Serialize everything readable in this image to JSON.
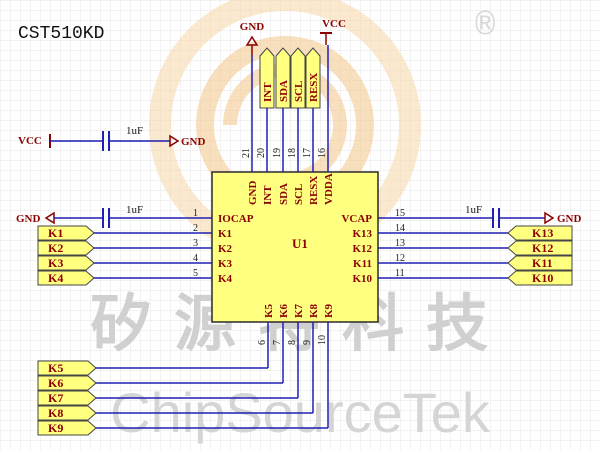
{
  "title": "CST510KD",
  "watermark": {
    "cn": "矽源特科技",
    "en": "ChipSourceTek",
    "registered": "®"
  },
  "colors": {
    "wire": "#1f1fb4",
    "chip_fill": "#ffff80",
    "chip_border": "#2a2a2a",
    "label_fill": "#ffff80",
    "label_text": "#8b0000",
    "power": "#8b0000",
    "grid": "#e6e6e6",
    "watermark_logo": "#f3c58a"
  },
  "chip": {
    "ref": "U1",
    "left_pins": [
      {
        "num": "1",
        "name": "IOCAP"
      },
      {
        "num": "2",
        "name": "K1"
      },
      {
        "num": "3",
        "name": "K2"
      },
      {
        "num": "4",
        "name": "K3"
      },
      {
        "num": "5",
        "name": "K4"
      }
    ],
    "right_pins": [
      {
        "num": "15",
        "name": "VCAP"
      },
      {
        "num": "14",
        "name": "K13"
      },
      {
        "num": "13",
        "name": "K12"
      },
      {
        "num": "12",
        "name": "K11"
      },
      {
        "num": "11",
        "name": "K10"
      }
    ],
    "top_pins": [
      {
        "num": "21",
        "name": "GND"
      },
      {
        "num": "20",
        "name": "INT"
      },
      {
        "num": "19",
        "name": "SDA"
      },
      {
        "num": "18",
        "name": "SCL"
      },
      {
        "num": "17",
        "name": "RESX"
      },
      {
        "num": "16",
        "name": "VDDA"
      }
    ],
    "bottom_pins": [
      {
        "num": "6",
        "name": "K5"
      },
      {
        "num": "7",
        "name": "K6"
      },
      {
        "num": "8",
        "name": "K7"
      },
      {
        "num": "9",
        "name": "K8"
      },
      {
        "num": "10",
        "name": "K9"
      }
    ]
  },
  "top_net_labels": [
    "INT",
    "SDA",
    "SCL",
    "RESX"
  ],
  "left_net_labels": [
    "K1",
    "K2",
    "K3",
    "K4"
  ],
  "right_net_labels": [
    "K13",
    "K12",
    "K11",
    "K10"
  ],
  "bottom_net_labels": [
    "K5",
    "K6",
    "K7",
    "K8",
    "K9"
  ],
  "power": {
    "gnd": "GND",
    "vcc": "VCC"
  },
  "capacitors": {
    "vdda_cap": "1uF",
    "iocap_cap": "1uF",
    "vcap_cap": "1uF"
  }
}
